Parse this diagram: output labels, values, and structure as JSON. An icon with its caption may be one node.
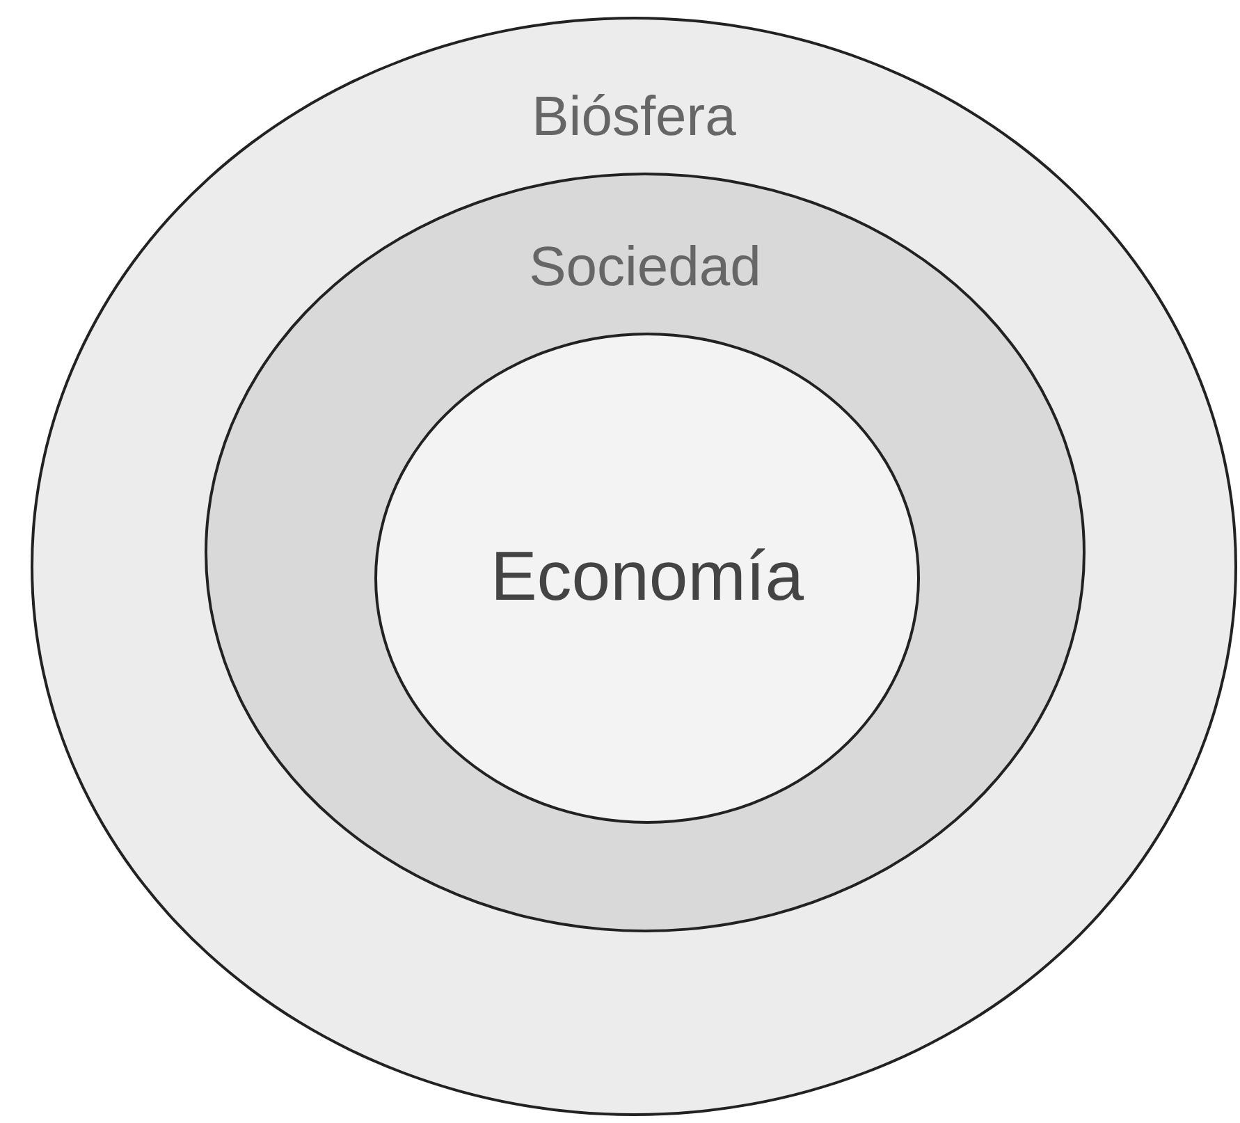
{
  "diagram": {
    "nodes": [
      {
        "text": [
          "Biósfera"
        ]
      },
      {
        "text": [
          "Sociedad"
        ],
        "in": 0
      },
      {
        "text": [
          "Economía"
        ],
        "in": 1
      }
    ]
  }
}
